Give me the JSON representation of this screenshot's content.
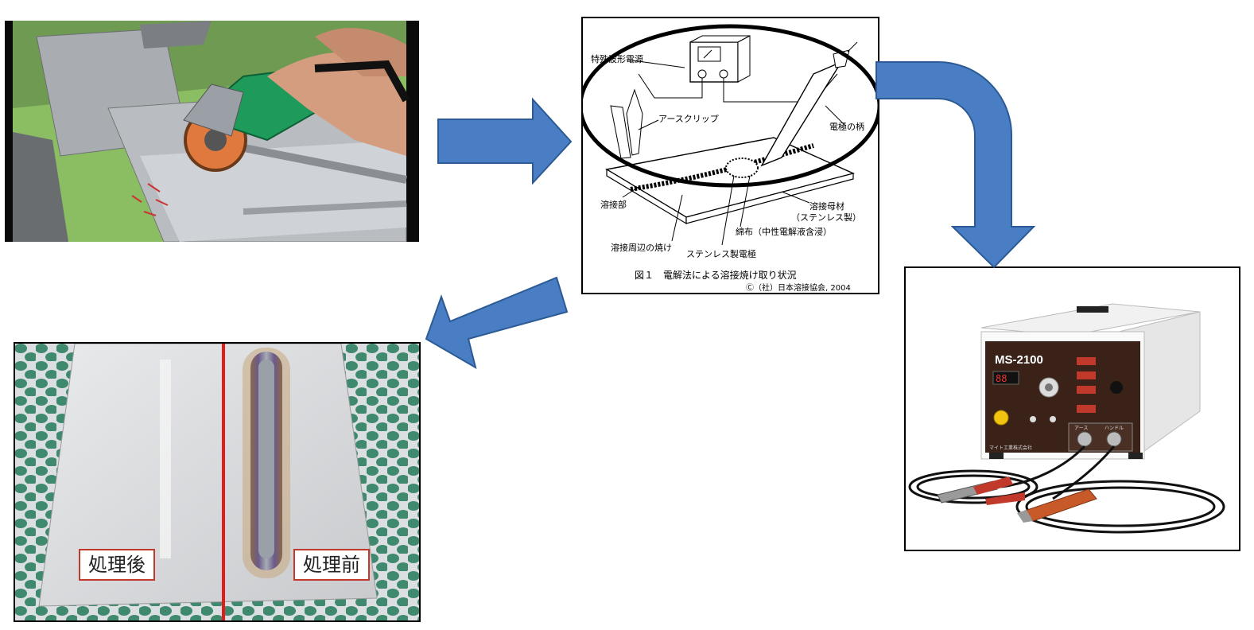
{
  "figure": {
    "labels": {
      "power": "特殊波形電源",
      "clip": "アースクリップ",
      "electrode_holder": "電極の柄",
      "weld": "溶接部",
      "burn": "溶接周辺の焼け",
      "cloth": "綿布（中性電解液含浸）",
      "electrode": "ステンレス製電極",
      "base_1": "溶接母材",
      "base_2": "（ステンレス製）"
    },
    "caption": "図１　電解法による溶接焼け取り状況",
    "copyright": "Ⓒ（社）日本溶接協会, 2004"
  },
  "before_after": {
    "after_label": "処理後",
    "before_label": "処理前"
  },
  "machine": {
    "model": "MS-2100",
    "brand": "マイト工業株式会社",
    "terminal_1": "アース",
    "terminal_2": "ハンドル"
  },
  "colors": {
    "arrow_fill": "#4a7ec4",
    "arrow_stroke": "#2b5a94",
    "divider_red": "#e21b1b",
    "green_table": "#7fc25a",
    "machine_panel": "#3a2218"
  }
}
